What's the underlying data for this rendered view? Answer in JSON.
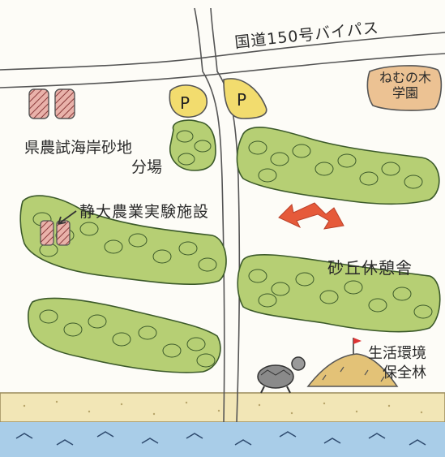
{
  "map": {
    "road_label": "国道150号バイパス",
    "school_label": "ねむの木学園",
    "farm_seaside_label": [
      "県農試海岸砂地",
      "分場"
    ],
    "university_label": "静大農業実験施設",
    "rest_house_label": "砂丘休憩舎",
    "forest_label": [
      "生活環境",
      "保全林"
    ],
    "parking_labels": [
      "P",
      "P"
    ]
  },
  "colors": {
    "bush_fill": "#b6cf74",
    "bush_stroke": "#3c5a2a",
    "parking_fill": "#f2dc6e",
    "school_fill": "#ecc293",
    "plot_fill": "#e9b2aa",
    "arrow": "#e65a3a",
    "sand": "#f2e6b6",
    "sea": "#a9cde8",
    "road_line": "#555555"
  }
}
